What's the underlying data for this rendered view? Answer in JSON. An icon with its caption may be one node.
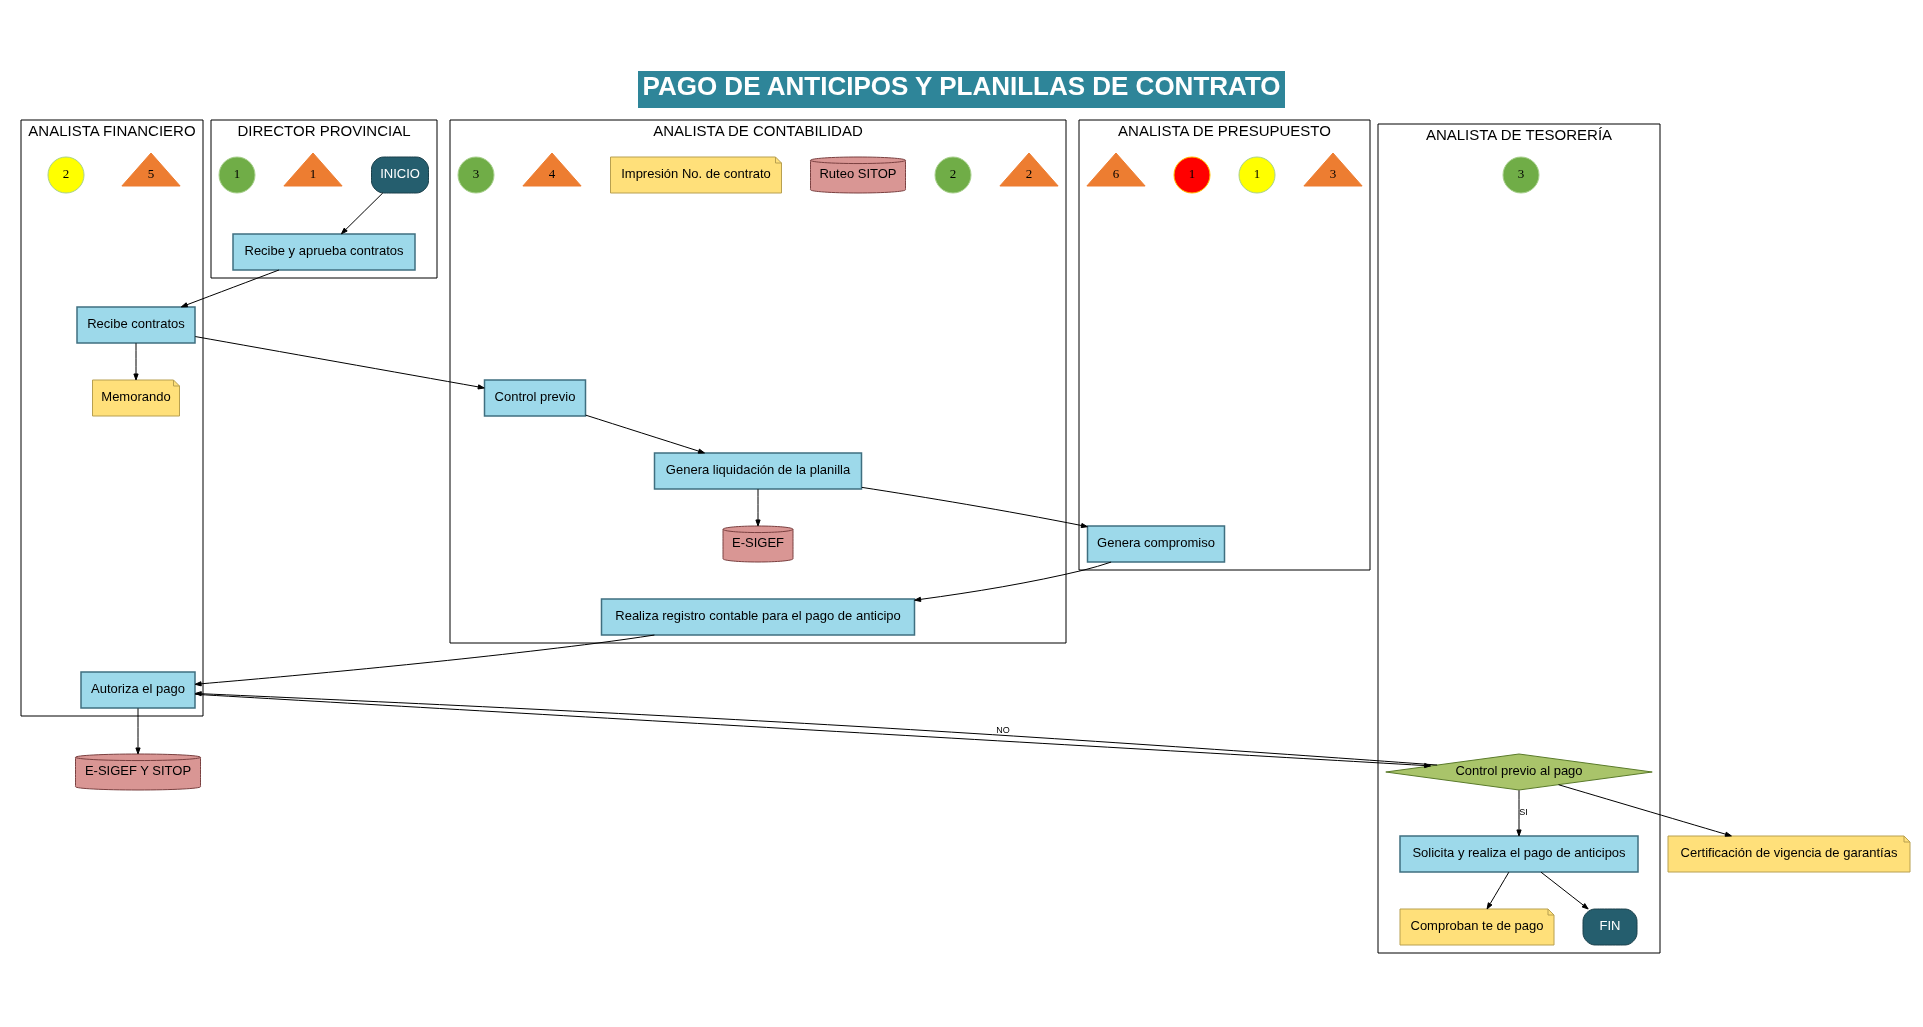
{
  "diagram": {
    "title": "PAGO DE ANTICIPOS Y PLANILLAS DE CONTRATO",
    "nodes": [
      {
        "text": [
          "DIRECTOR PROVINCIAL"
        ]
      },
      {
        "text": [
          "INICIO"
        ],
        "in": 0
      },
      {
        "text": [
          "Recibe y aprueba contratos"
        ],
        "in": 0
      },
      {
        "text": [
          "1"
        ],
        "in": 0
      },
      {
        "text": [
          "1"
        ],
        "in": 0
      },
      {
        "text": [
          "ANALISTA FINANCIERO"
        ]
      },
      {
        "text": [
          "Recibe contratos"
        ],
        "in": 5
      },
      {
        "text": [
          "Memorando"
        ],
        "in": 5
      },
      {
        "text": [
          "E-SIGEF Y SITOP"
        ]
      },
      {
        "text": [
          "Autoriza el pago"
        ],
        "in": 5
      },
      {
        "text": [
          "5"
        ],
        "in": 5
      },
      {
        "text": [
          "2"
        ],
        "in": 5
      },
      {
        "text": [
          "ANALISTA DE PRESUPUESTO"
        ]
      },
      {
        "text": [
          "3"
        ],
        "in": 12
      },
      {
        "text": [
          "1"
        ],
        "in": 12
      },
      {
        "text": [
          "1"
        ],
        "in": 12
      },
      {
        "text": [
          "Genera compromiso"
        ],
        "in": 12
      },
      {
        "text": [
          "6"
        ],
        "in": 12
      },
      {
        "text": [
          "ANALISTA DE TESORERÍA"
        ]
      },
      {
        "text": [
          "3"
        ],
        "in": 18
      },
      {
        "text": [
          "Control previo al pago"
        ],
        "in": 18
      },
      {
        "text": [
          "Certificación de vigencia de garantías"
        ]
      },
      {
        "text": [
          "Solicita y realiza el pago de anticipos"
        ],
        "in": 18
      },
      {
        "text": [
          "Comproban te de pago"
        ],
        "in": 18
      },
      {
        "text": [
          "FIN"
        ],
        "in": 18
      },
      {
        "text": [
          "ANALISTA DE CONTABILIDAD"
        ]
      },
      {
        "text": [
          "2"
        ],
        "in": 25
      },
      {
        "text": [
          "2"
        ],
        "in": 25
      },
      {
        "text": [
          "Control previo"
        ],
        "in": 25
      },
      {
        "text": [
          "Ruteo SITOP"
        ],
        "in": 25
      },
      {
        "text": [
          "Genera liquidación de la planilla"
        ],
        "in": 25
      },
      {
        "text": [
          "E-SIGEF"
        ],
        "in": 25
      },
      {
        "text": [
          "Impresión No. de contrato"
        ],
        "in": 25
      },
      {
        "text": [
          "Realiza registro contable para el pago de anticipo"
        ],
        "in": 25
      },
      {
        "text": [
          "4"
        ],
        "in": 25
      },
      {
        "text": [
          "3"
        ],
        "in": 25
      }
    ],
    "edges": [
      {
        "from": 1,
        "to": 2,
        "arrow": "to"
      },
      {
        "from": 2,
        "to": 6,
        "arrow": "to"
      },
      {
        "from": 6,
        "to": 28,
        "arrow": "to"
      },
      {
        "from": 6,
        "to": 7,
        "arrow": "to"
      },
      {
        "from": 28,
        "to": 30,
        "arrow": "to"
      },
      {
        "from": 30,
        "to": 31,
        "arrow": "to"
      },
      {
        "from": 30,
        "to": 16,
        "arrow": "to"
      },
      {
        "from": 16,
        "to": 33,
        "arrow": "to"
      },
      {
        "from": 33,
        "to": 9,
        "arrow": "to"
      },
      {
        "from": 9,
        "to": 8,
        "arrow": "to"
      },
      {
        "from": 9,
        "to": 20,
        "arrow": "to"
      },
      {
        "from": 20,
        "to": 9,
        "label": "NO",
        "arrow": "to"
      },
      {
        "from": 20,
        "to": 21,
        "arrow": "to"
      },
      {
        "from": 20,
        "to": 22,
        "label": "SI",
        "arrow": "to"
      },
      {
        "from": 22,
        "to": 23,
        "arrow": "to"
      },
      {
        "from": 22,
        "to": 24,
        "arrow": "to"
      }
    ]
  }
}
